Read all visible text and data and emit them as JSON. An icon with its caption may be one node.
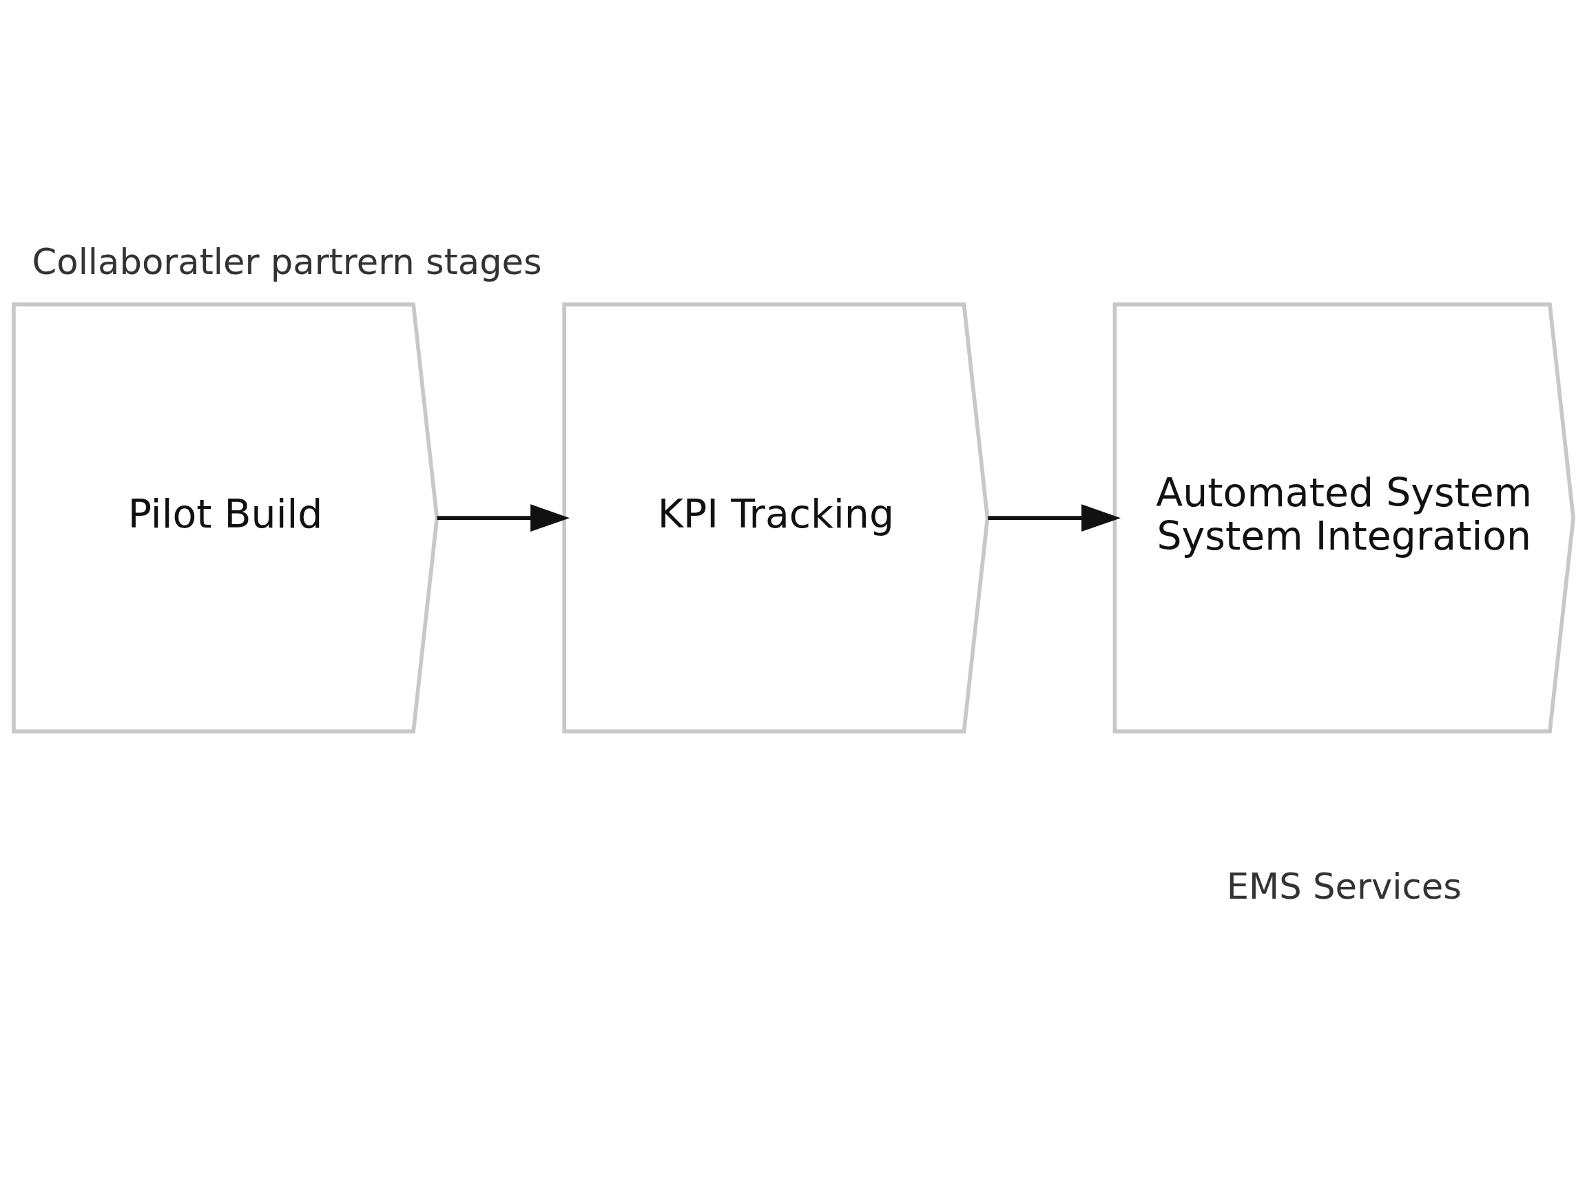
{
  "diagram": {
    "title": "Collaboratler partrern stages",
    "nodes": [
      {
        "text": [
          "Pilot Build"
        ]
      },
      {
        "text": [
          "KPI Tracking"
        ]
      },
      {
        "text": [
          "Automated System System Integration"
        ]
      }
    ],
    "edges": [
      {
        "from": 0,
        "to": 1,
        "arrow": "to"
      },
      {
        "from": 1,
        "to": 2,
        "arrow": "to"
      }
    ],
    "labels": [
      "EMS Services"
    ]
  }
}
